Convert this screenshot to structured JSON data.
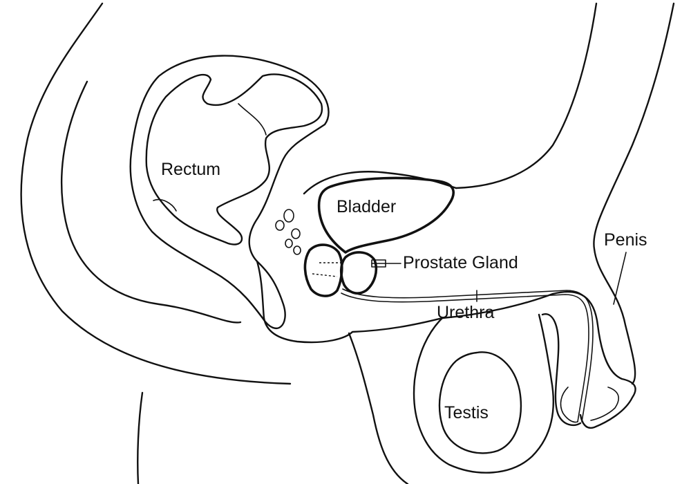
{
  "labels": {
    "rectum": "Rectum",
    "bladder": "Bladder",
    "prostate": "Prostate Gland",
    "urethra": "Urethra",
    "penis": "Penis",
    "testis": "Testis"
  },
  "colors": {
    "line": "#111111",
    "background": "#ffffff"
  }
}
